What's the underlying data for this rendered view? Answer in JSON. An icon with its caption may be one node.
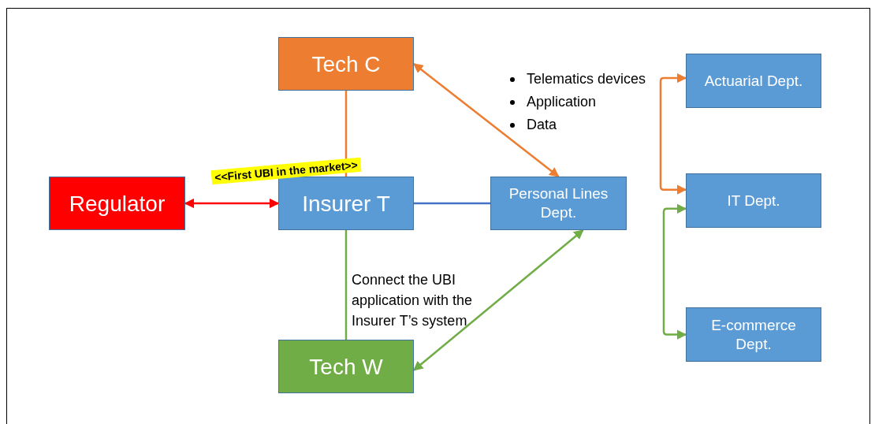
{
  "diagram": {
    "nodes": [
      {
        "text": [
          "Tech C"
        ]
      },
      {
        "text": [
          "Regulator"
        ]
      },
      {
        "text": [
          "Insurer T"
        ]
      },
      {
        "text": [
          "Personal Lines Dept."
        ]
      },
      {
        "text": [
          "Actuarial Dept."
        ]
      },
      {
        "text": [
          "IT Dept."
        ]
      },
      {
        "text": [
          "E-commerce Dept."
        ]
      },
      {
        "text": [
          "Tech W"
        ]
      }
    ],
    "edges": [
      {
        "from": 0,
        "to": 2,
        "arrow": "none",
        "color": "#ed7d31"
      },
      {
        "from": 1,
        "to": 2,
        "arrow": "both",
        "color": "#ff0000"
      },
      {
        "from": 2,
        "to": 3,
        "arrow": "none",
        "color": "#4472c4"
      },
      {
        "from": 0,
        "to": 3,
        "arrow": "both",
        "color": "#ed7d31"
      },
      {
        "from": 2,
        "to": 7,
        "arrow": "none",
        "color": "#70ad47"
      },
      {
        "from": 3,
        "to": 7,
        "arrow": "both",
        "color": "#70ad47"
      },
      {
        "from": 4,
        "to": 5,
        "arrow": "both",
        "color": "#ed7d31"
      },
      {
        "from": 5,
        "to": 6,
        "arrow": "both",
        "color": "#70ad47"
      }
    ],
    "labels": [
      "<<First UBI in the market>>",
      "Telematics devices",
      "Application",
      "Data",
      "Connect the UBI application with the Insurer T’s system"
    ]
  }
}
